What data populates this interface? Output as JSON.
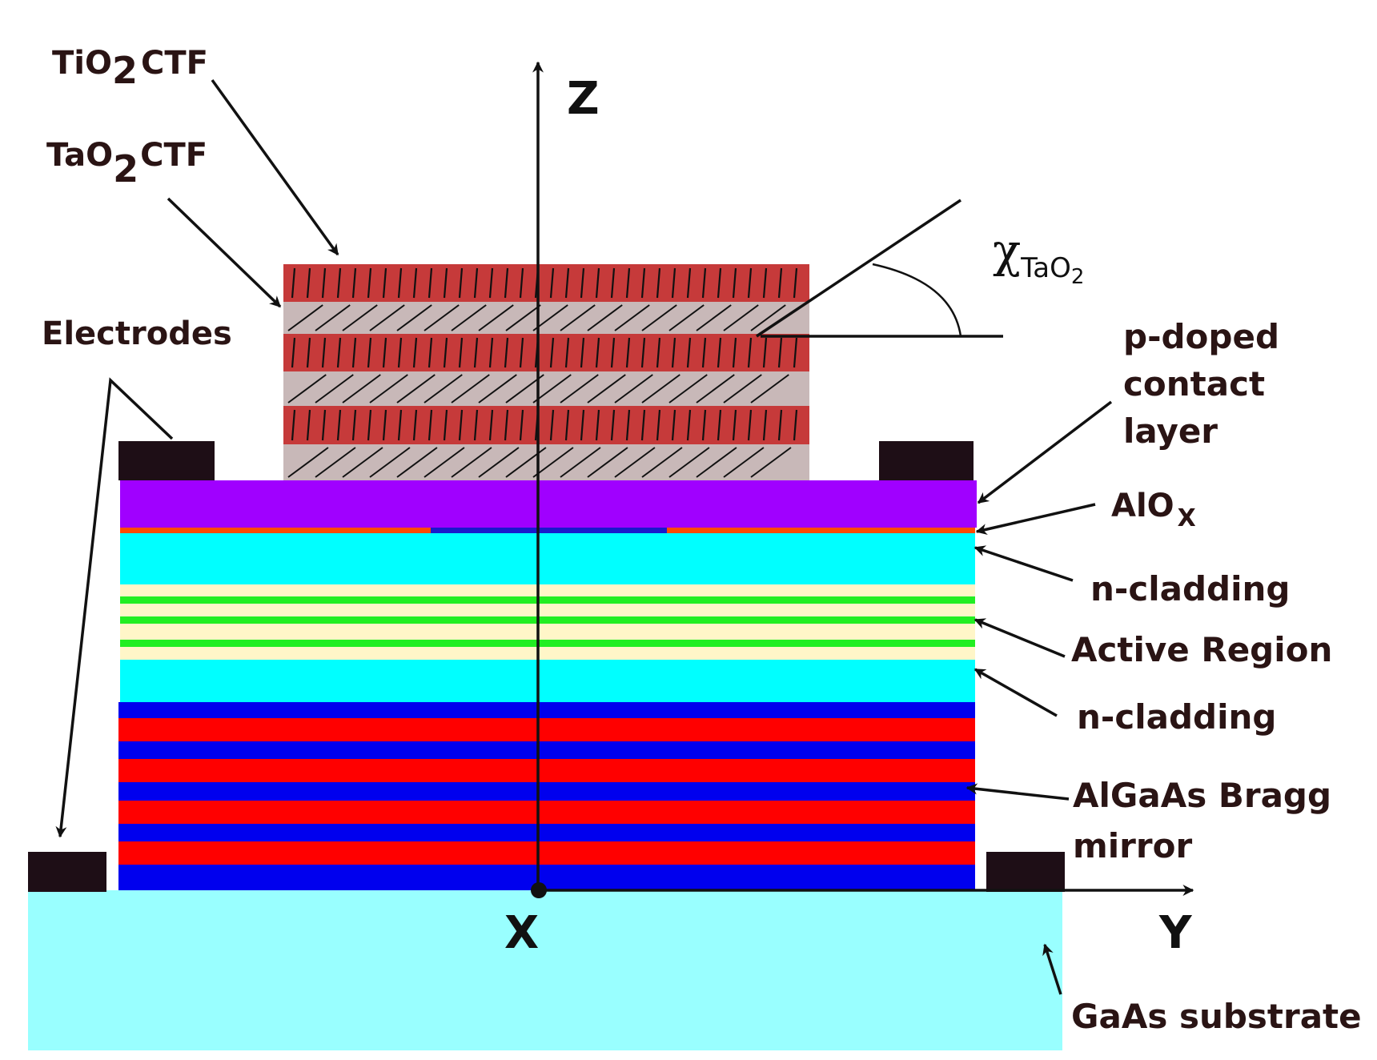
{
  "labels": {
    "tio2_main": "TiO",
    "tio2_sub": "2",
    "tio2_suffix": "CTF",
    "tao2_main": "TaO",
    "tao2_sub": "2",
    "tao2_suffix": "CTF",
    "electrodes": "Electrodes",
    "p_doped_line1": "p-doped",
    "p_doped_line2": "contact",
    "p_doped_line3": "layer",
    "alox_main": "AlO",
    "alox_sub": "X",
    "n_cladding_top": "n-cladding",
    "active_region": "Active Region",
    "n_cladding_bottom": "n-cladding",
    "bragg_line1": "AlGaAs Bragg",
    "bragg_line2": "mirror",
    "substrate": "GaAs substrate",
    "angle_symbol": "χ",
    "angle_sub_main": "TaO",
    "angle_sub_sub": "2"
  },
  "axes": {
    "z": "Z",
    "x": "X",
    "y": "Y"
  },
  "colors": {
    "tio2_layer": "#c63a3a",
    "tao2_layer": "#c8b8b8",
    "electrode": "#1e0e16",
    "p_doped": "#a000ff",
    "alox_orange": "#ff4a00",
    "alox_blue": "#1a1acc",
    "n_cladding": "#00ffff",
    "active_bg": "#fff6c8",
    "active_qw": "#22ee22",
    "bragg_red": "#ff0000",
    "bragg_blue": "#0000ee",
    "substrate": "#99ffff",
    "text": "#2a1414"
  }
}
